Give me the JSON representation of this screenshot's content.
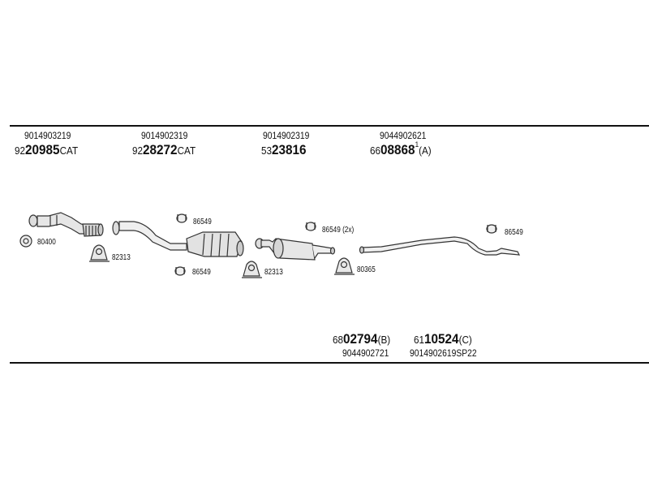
{
  "top_groups": [
    {
      "oem": "9014903219",
      "prefix": "92",
      "code": "20985",
      "suffix": "CAT",
      "sup": ""
    },
    {
      "oem": "9014902319",
      "prefix": "92",
      "code": "28272",
      "suffix": "CAT",
      "sup": ""
    },
    {
      "oem": "9014902319",
      "prefix": "53",
      "code": "23816",
      "suffix": "",
      "sup": ""
    },
    {
      "oem": "9044902621",
      "prefix": "66",
      "code": "08868",
      "suffix": "(A)",
      "sup": "1"
    }
  ],
  "bottom_groups": [
    {
      "oem": "9044902721",
      "prefix": "68",
      "code": "02794",
      "suffix": "(B)"
    },
    {
      "oem": "9014902619SP22",
      "prefix": "61",
      "code": "10524",
      "suffix": "(C)"
    }
  ],
  "labels": {
    "l1": "80400",
    "l2": "82313",
    "l3": "86549",
    "l4": "86549",
    "l5": "82313",
    "l6": "86549 (2x)",
    "l7": "80365",
    "l8": "86549"
  }
}
